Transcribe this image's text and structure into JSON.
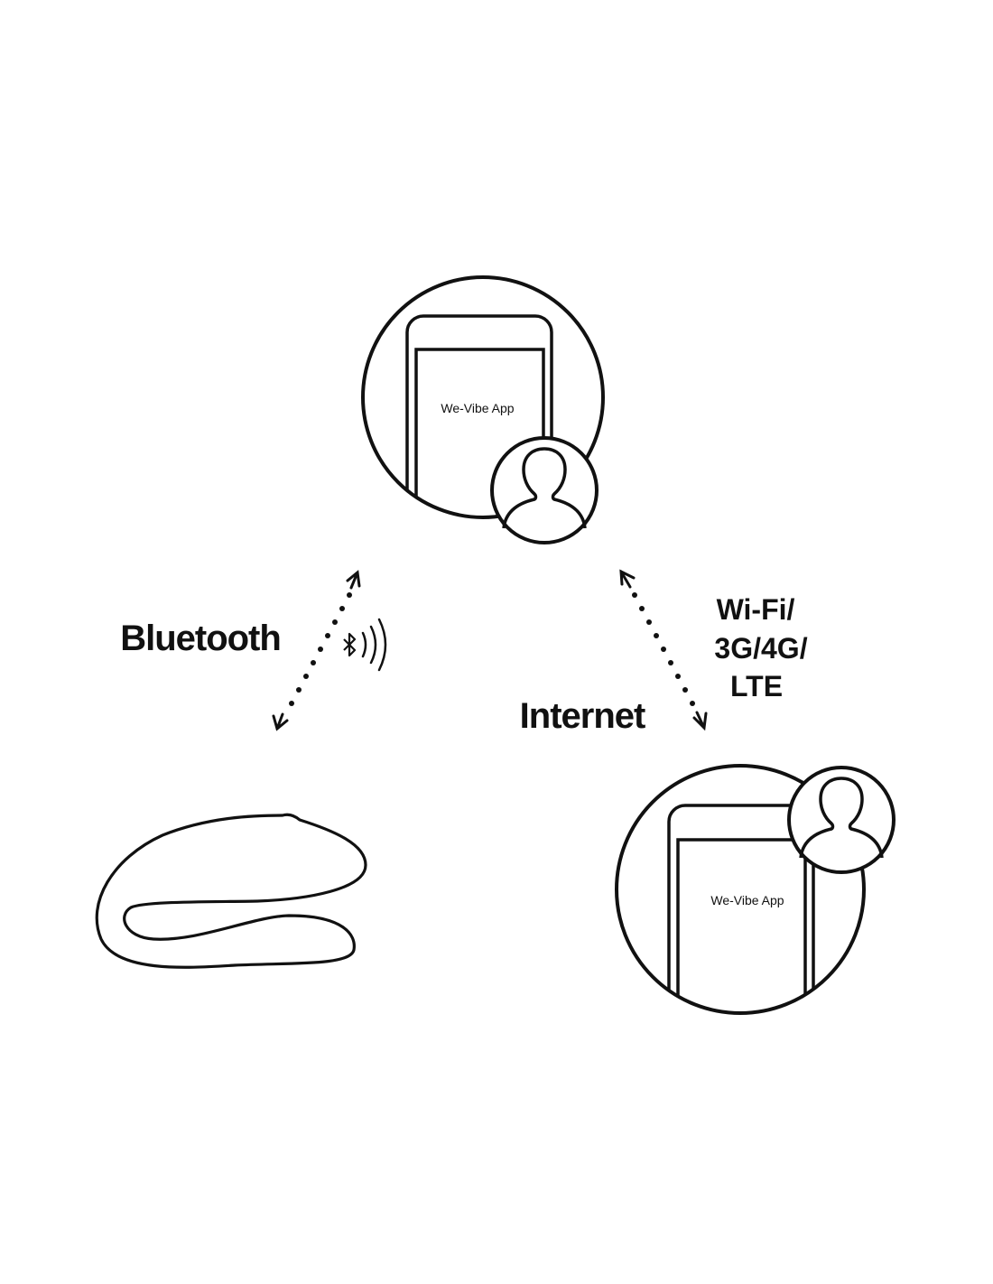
{
  "diagram": {
    "top_phone": {
      "screen_text": "We-Vibe App"
    },
    "bottom_phone": {
      "screen_text": "We-Vibe App"
    },
    "bluetooth_link": {
      "label": "Bluetooth"
    },
    "internet_link": {
      "label": "Internet",
      "connection_types": [
        "Wi-Fi/",
        "3G/4G/",
        "LTE"
      ]
    },
    "icons": [
      "user-icon",
      "bluetooth-icon",
      "signal-waves-icon",
      "device-icon",
      "phone-icon"
    ],
    "colors": {
      "stroke": "#111111",
      "background": "#ffffff"
    }
  }
}
